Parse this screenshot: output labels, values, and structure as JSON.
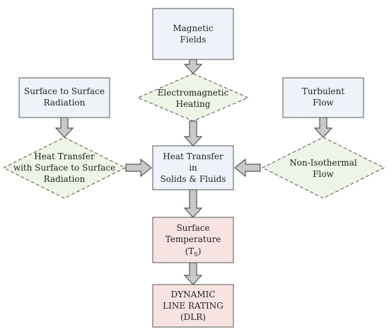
{
  "colors": {
    "blue_box": "#eef3fa",
    "red_box": "#f7e4e2",
    "green_diamond": "#eef4e6",
    "border": "#555555",
    "arrow_fill": "#c9c9c9"
  },
  "nodes": {
    "magnetic_fields": {
      "line1": "Magnetic",
      "line2": "Fields"
    },
    "electromagnetic_heating": {
      "line1": "Electromagnetic",
      "line2": "Heating"
    },
    "surface_radiation": {
      "line1": "Surface to Surface",
      "line2": "Radiation"
    },
    "turbulent_flow": {
      "line1": "Turbulent",
      "line2": "Flow"
    },
    "ht_surface_radiation": {
      "line1": "Heat Transfer",
      "line2": "with Surface to Surface",
      "line3": "Radiation"
    },
    "ht_solids_fluids": {
      "line1": "Heat Transfer",
      "line2": "in",
      "line3": "Solids & Fluids"
    },
    "non_isothermal": {
      "line1": "Non-Isothermal",
      "line2": "Flow"
    },
    "surface_temperature": {
      "line1": "Surface",
      "line2": "Temperature",
      "line3_main": "(T",
      "line3_sub": "S",
      "line3_end": ")"
    },
    "dlr": {
      "line1": "DYNAMIC",
      "line2": "LINE RATING",
      "line3": "(DLR)"
    }
  }
}
